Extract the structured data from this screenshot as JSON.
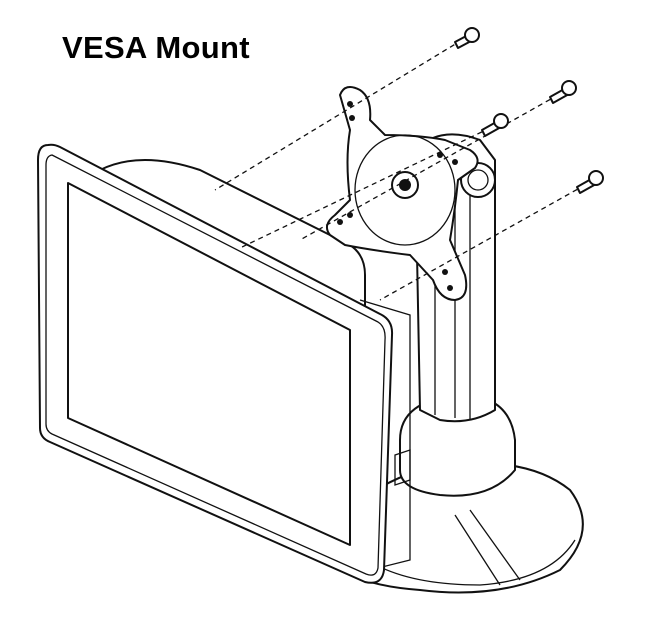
{
  "title": "VESA Mount",
  "colors": {
    "ink": "#111111",
    "background": "#ffffff"
  },
  "parts": [
    "monitor",
    "stand-column",
    "stand-base",
    "vesa-plate",
    "screws"
  ]
}
